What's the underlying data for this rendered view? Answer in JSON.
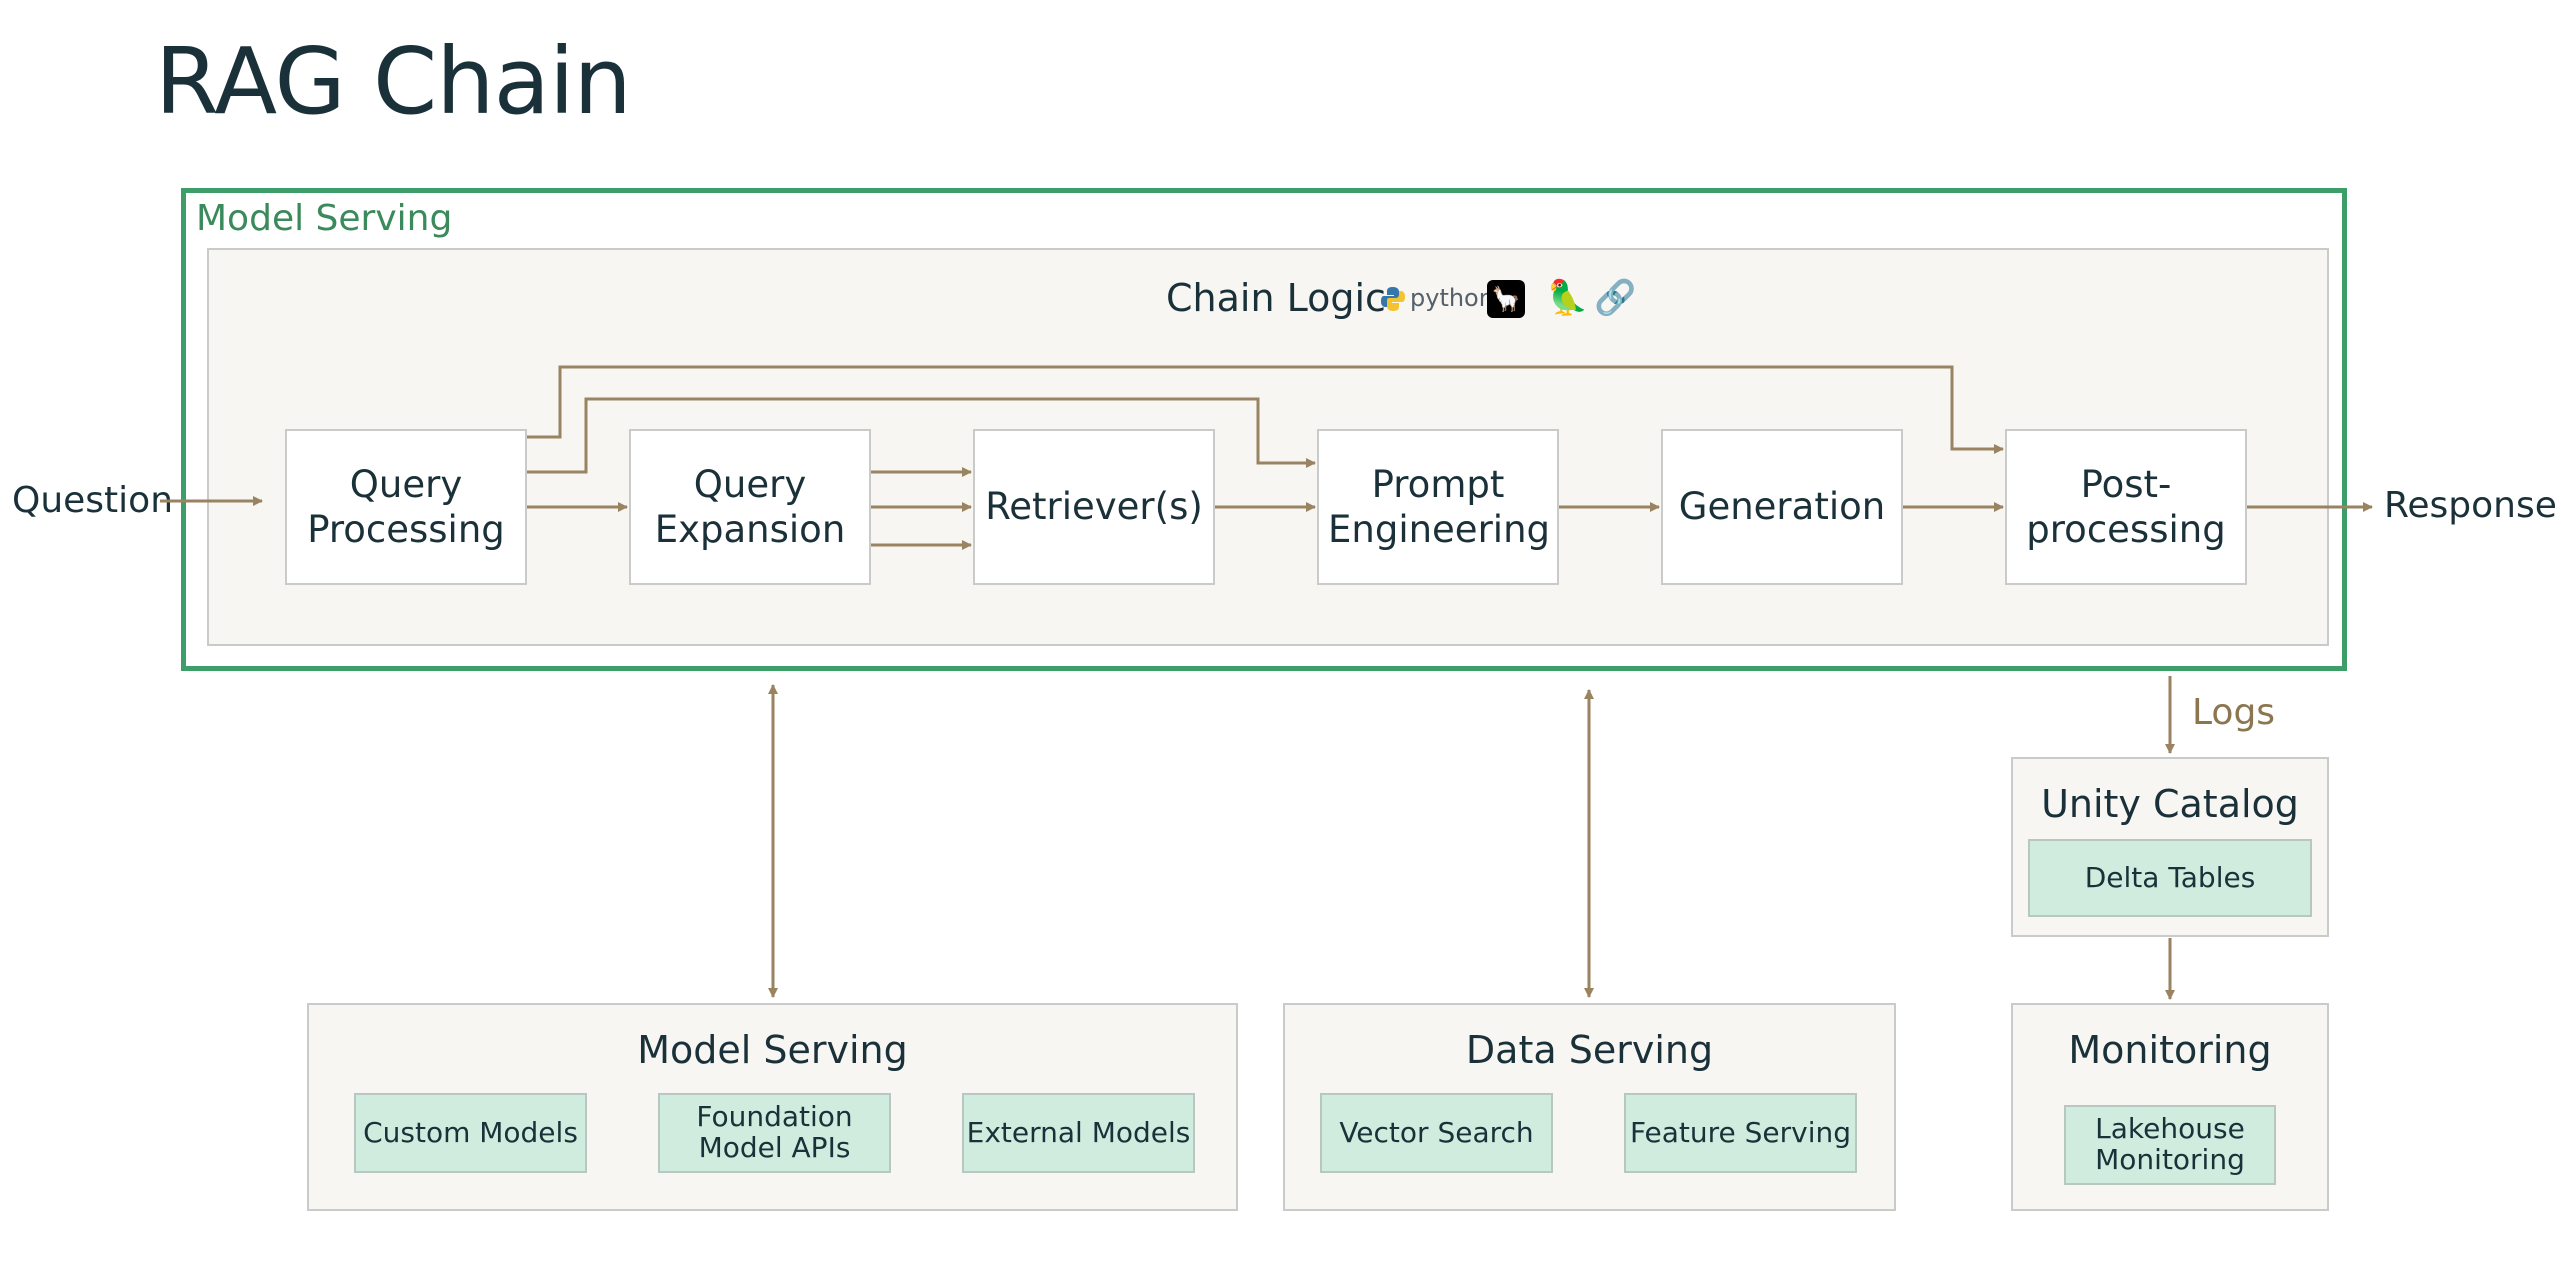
{
  "title": "RAG Chain",
  "model_serving_container": {
    "label": "Model Serving"
  },
  "chain_logic": {
    "label": "Chain Logic",
    "python_text": "python",
    "icons": [
      "python-icon",
      "llama-icon",
      "parrot-icon",
      "chain-link-icon"
    ]
  },
  "io": {
    "question": "Question",
    "response": "Response",
    "logs": "Logs"
  },
  "steps": [
    {
      "id": "query-processing",
      "label": "Query Processing"
    },
    {
      "id": "query-expansion",
      "label": "Query Expansion"
    },
    {
      "id": "retrievers",
      "label": "Retriever(s)"
    },
    {
      "id": "prompt-engineering",
      "label": "Prompt Engineering"
    },
    {
      "id": "generation",
      "label": "Generation"
    },
    {
      "id": "post-processing",
      "label": "Post-processing"
    }
  ],
  "model_serving_panel": {
    "title": "Model Serving",
    "items": [
      "Custom Models",
      "Foundation Model APIs",
      "External Models"
    ]
  },
  "data_serving_panel": {
    "title": "Data Serving",
    "items": [
      "Vector Search",
      "Feature Serving"
    ]
  },
  "unity_catalog_panel": {
    "title": "Unity Catalog",
    "items": [
      "Delta Tables"
    ]
  },
  "monitoring_panel": {
    "title": "Monitoring",
    "items": [
      "Lakehouse Monitoring"
    ]
  },
  "colors": {
    "serving_border": "#3d9e6a",
    "serving_label": "#3a8a5c",
    "arrow": "#9a8361",
    "panel_bg": "#f7f6f3",
    "chip_bg": "#d0ecdf",
    "text": "#1b3139"
  }
}
